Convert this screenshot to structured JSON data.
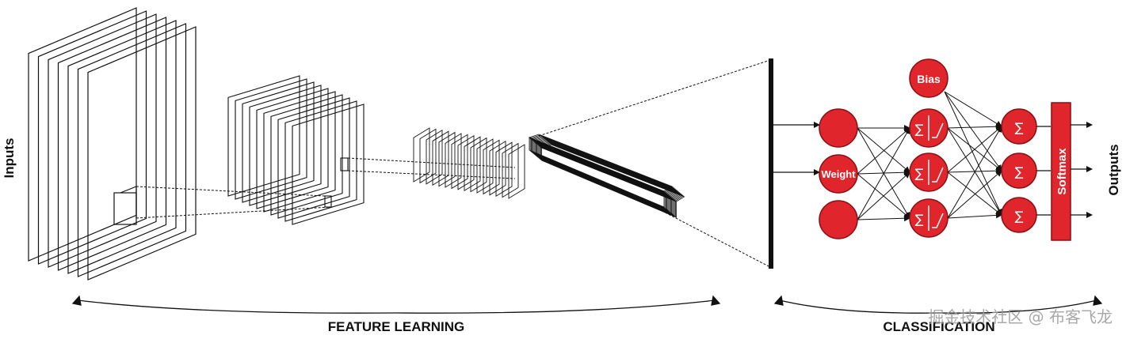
{
  "labels": {
    "inputs": "Inputs",
    "outputs": "Outputs",
    "feature_learning": "FEATURE LEARNING",
    "classification": "CLASSIFICATION",
    "softmax": "Softmax",
    "bias": "Bias",
    "weight": "Weight",
    "sum_symbol": "∑"
  },
  "watermark": "掘金技术社区 @ 布客飞龙",
  "colors": {
    "node_fill": "#e0262c",
    "node_stroke": "#8a0f12",
    "line": "#111111"
  }
}
